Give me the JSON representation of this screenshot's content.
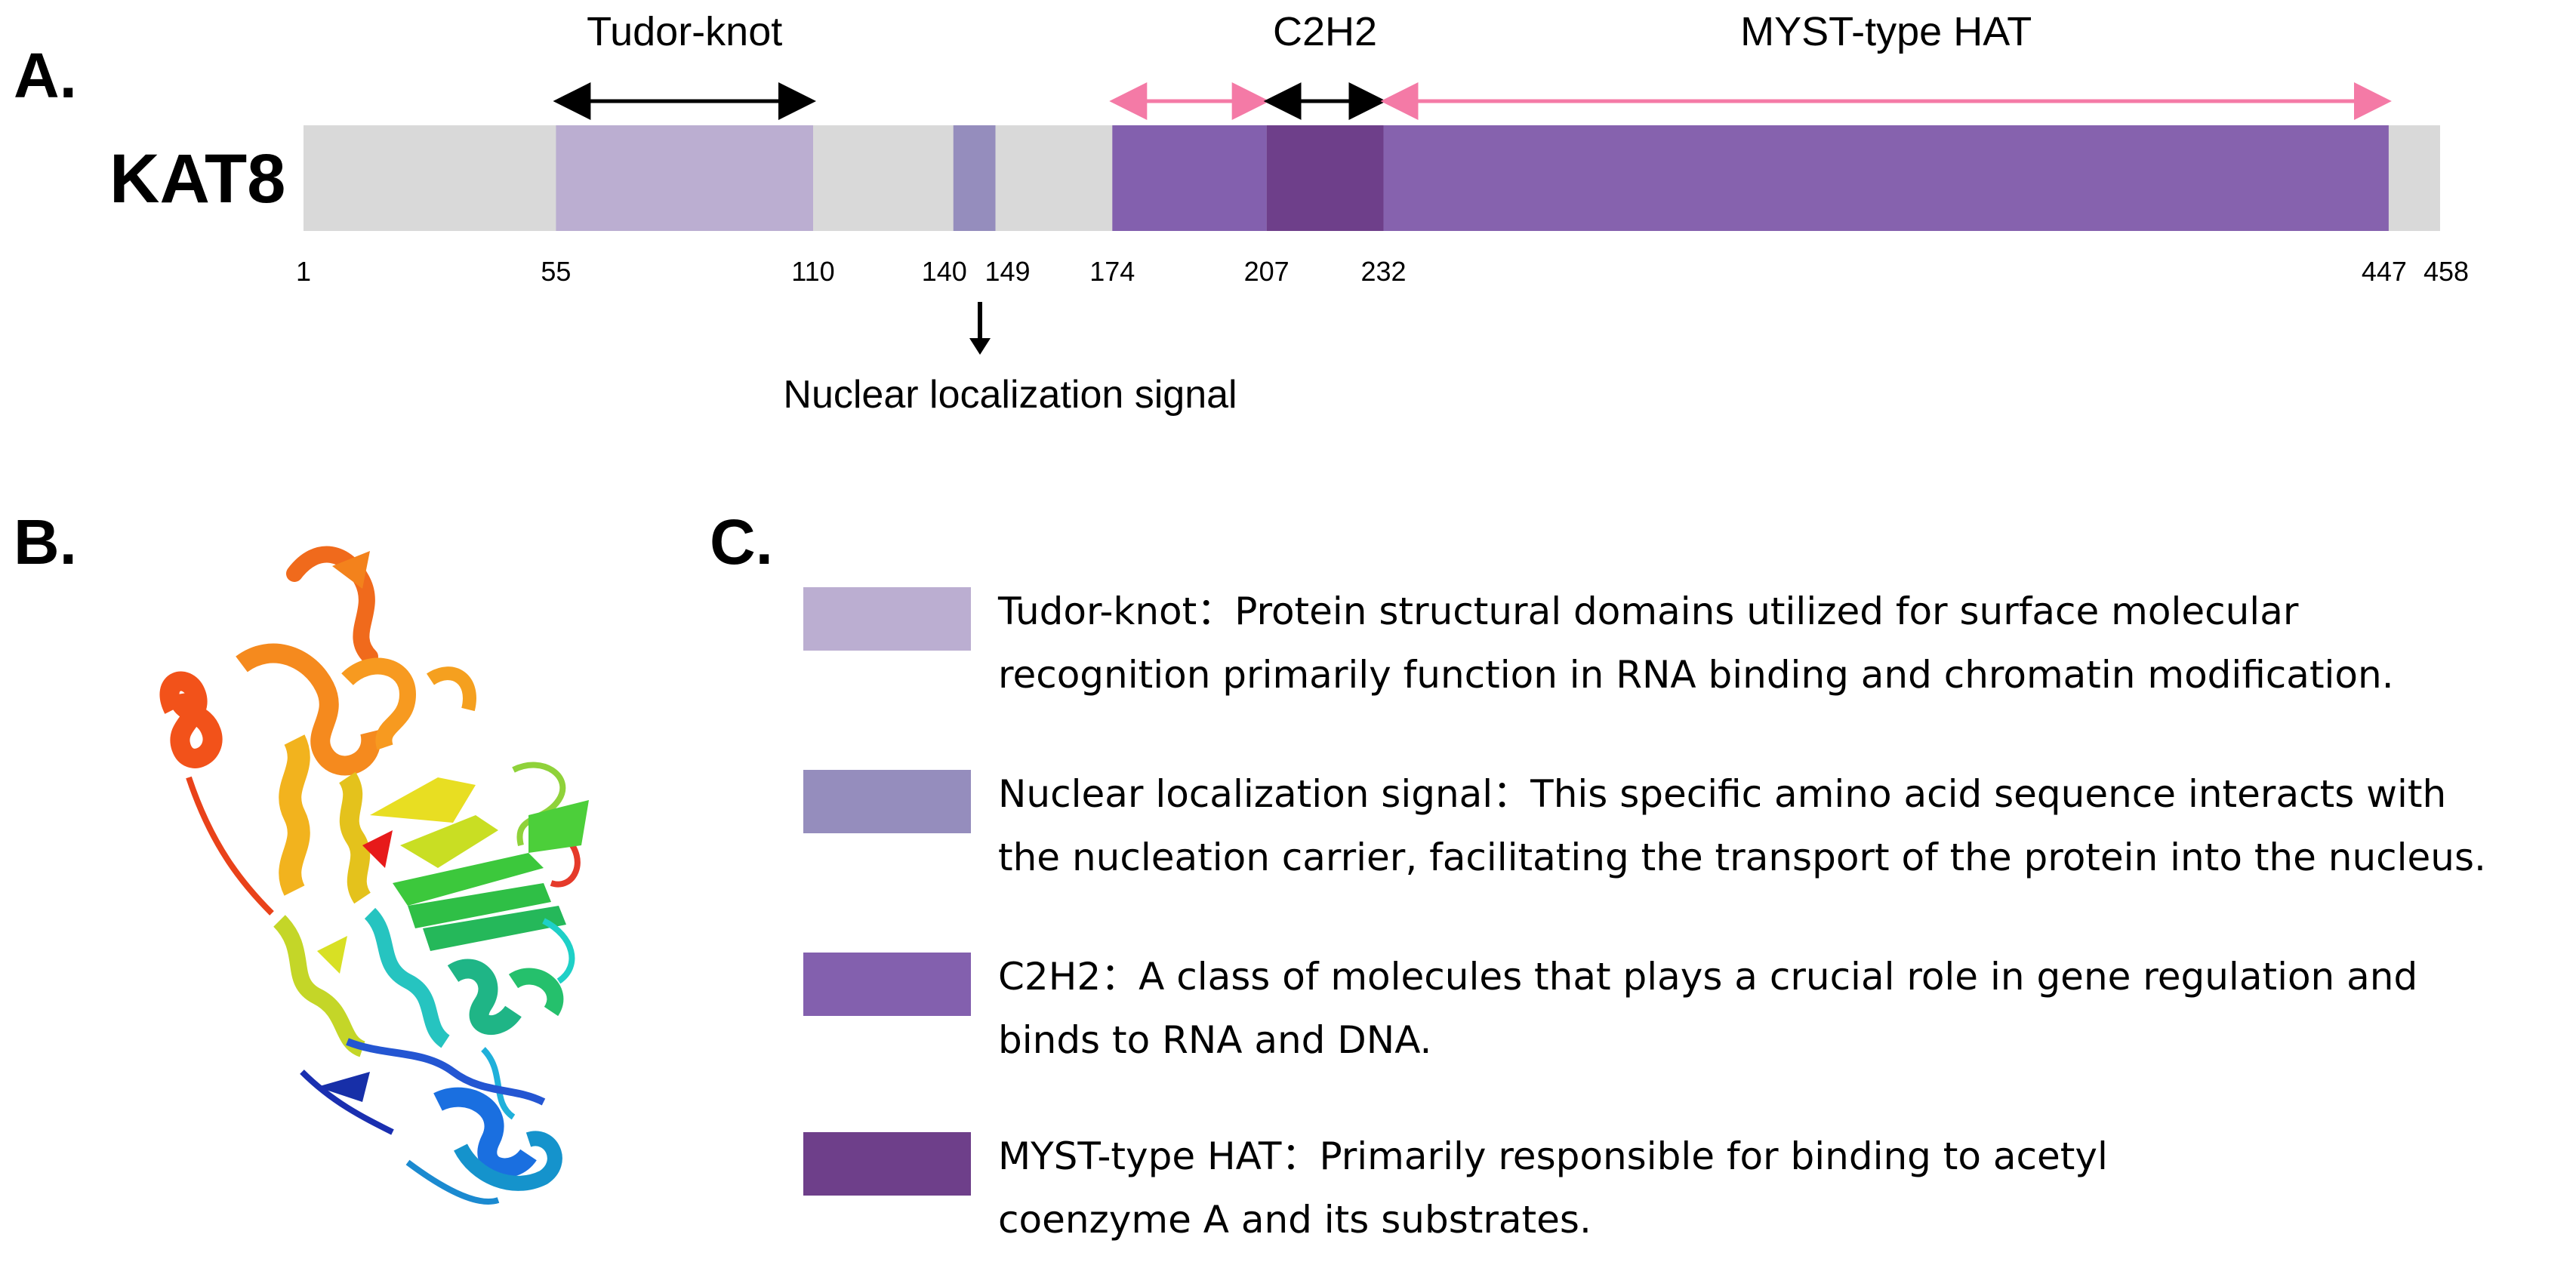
{
  "panels": {
    "a": "A.",
    "b": "B.",
    "c": "C."
  },
  "protein": {
    "name": "KAT8",
    "length": 458,
    "bar_color": "#d9d9d9",
    "domains": [
      {
        "id": "tudor",
        "start": 55,
        "end": 110,
        "color": "#bbaed1"
      },
      {
        "id": "nls",
        "start": 140,
        "end": 149,
        "color": "#958dbd"
      },
      {
        "id": "hat-left",
        "start": 174,
        "end": 207,
        "color": "#8360ae"
      },
      {
        "id": "c2h2",
        "start": 207,
        "end": 232,
        "color": "#6e3f8a"
      },
      {
        "id": "hat-right",
        "start": 232,
        "end": 447,
        "color": "#8662ae"
      }
    ],
    "positions": [
      "1",
      "55",
      "110",
      "140",
      "149",
      "174",
      "207",
      "232",
      "447",
      "458"
    ],
    "position_values": [
      1,
      55,
      110,
      140,
      149,
      174,
      207,
      232,
      447,
      458
    ],
    "spans": [
      {
        "label": "Tudor-knot",
        "start": 55,
        "end": 110,
        "color": "#000000"
      },
      {
        "label": "",
        "start": 174,
        "end": 207,
        "color": "#f47aa6"
      },
      {
        "label": "C2H2",
        "start": 207,
        "end": 232,
        "color": "#000000"
      },
      {
        "label": "MYST-type HAT",
        "start": 232,
        "end": 447,
        "color": "#f47aa6"
      }
    ],
    "nls_label": "Nuclear localization signal"
  },
  "legend": [
    {
      "color": "#bbaed1",
      "line1": "Tudor-knot：Protein structural domains utilized for surface molecular",
      "line2": "recognition primarily function in RNA binding and chromatin modification."
    },
    {
      "color": "#958dbd",
      "line1": "Nuclear localization signal：This specific amino acid sequence interacts with",
      "line2": "the nucleation carrier, facilitating the transport of the protein into the nucleus."
    },
    {
      "color": "#8360ae",
      "line1": "C2H2：A class of molecules that plays a crucial role in gene regulation and",
      "line2": "binds to RNA and DNA."
    },
    {
      "color": "#6e3f8a",
      "line1": "MYST-type HAT：Primarily responsible for binding to acetyl",
      "line2": "coenzyme A and its substrates."
    }
  ],
  "structure_icon": "protein-ribbon-structure"
}
